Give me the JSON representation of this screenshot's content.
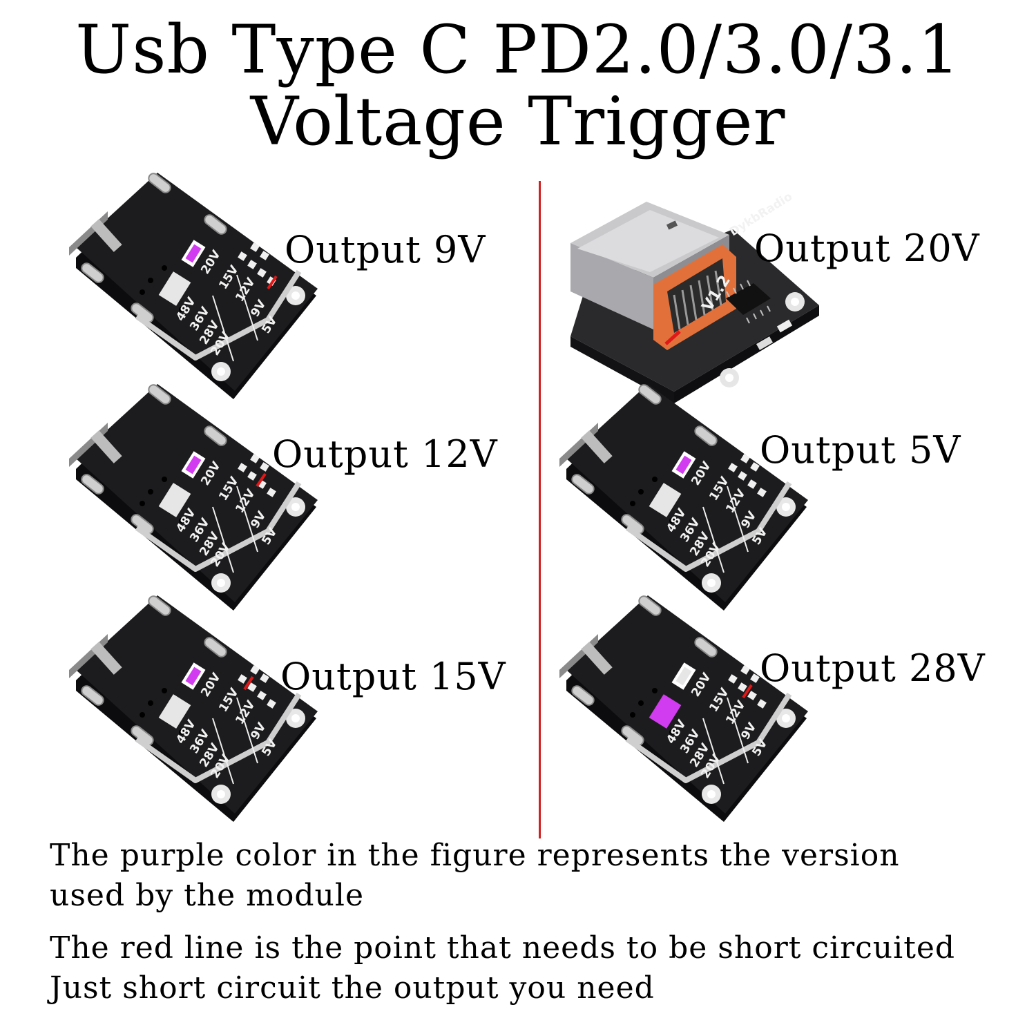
{
  "title": {
    "line1": "Usb Type C PD2.0/3.0/3.1",
    "line2": "Voltage Trigger"
  },
  "boards": [
    {
      "label": "Output 9V",
      "purple": "top",
      "short": "9V"
    },
    {
      "label": "Output 12V",
      "purple": "top",
      "short": "12V"
    },
    {
      "label": "Output 15V",
      "purple": "top",
      "short": "15V"
    },
    {
      "label": "Output 20V",
      "purple": "none",
      "short": "20V"
    },
    {
      "label": "Output 5V",
      "purple": "top",
      "short": "none"
    },
    {
      "label": "Output 28V",
      "purple": "bottom",
      "short": "28V"
    }
  ],
  "silkscreen": {
    "col1": [
      "48V"
    ],
    "col2": [
      "36V",
      "28V",
      "20V"
    ],
    "col3": [
      "20V",
      "15V",
      "12V",
      "9V",
      "5V"
    ],
    "chip_text": [
      "DykbRadio",
      "V1.2"
    ]
  },
  "notes": {
    "line1": "The purple color in the figure represents the version",
    "line2": "used by the module",
    "line3": "The red line is the point that needs to be short circuited",
    "line4": "Just short circuit the output you need"
  },
  "colors": {
    "pcb": "#1c1c1e",
    "purple": "#d23cf0",
    "red": "#e01818",
    "connector_orange": "#e2703a",
    "divider": "#d21f1f"
  }
}
